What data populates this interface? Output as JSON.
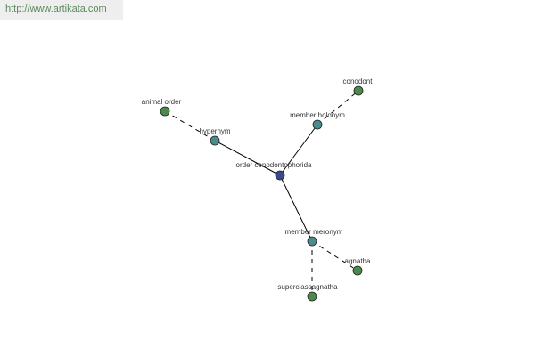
{
  "watermark": {
    "text": "http://www.artikata.com"
  },
  "graph": {
    "nodes": [
      {
        "id": "center",
        "label": "order conodontophorida",
        "color": "#3b4a8c"
      },
      {
        "id": "hypernym",
        "label": "hypernym",
        "color": "#4a8c8c"
      },
      {
        "id": "animal_order",
        "label": "animal order",
        "color": "#4a8a4a"
      },
      {
        "id": "member_holonym",
        "label": "member holonym",
        "color": "#4a8c8c"
      },
      {
        "id": "conodont",
        "label": "conodont",
        "color": "#4a8a4a"
      },
      {
        "id": "member_meronym",
        "label": "member meronym",
        "color": "#4a8c8c"
      },
      {
        "id": "agnatha",
        "label": "agnatha",
        "color": "#4a8a4a"
      },
      {
        "id": "superclass_agnatha",
        "label": "superclassagnatha",
        "color": "#4a8a4a"
      }
    ],
    "edges": [
      {
        "from": "center",
        "to": "hypernym",
        "style": "solid"
      },
      {
        "from": "center",
        "to": "member_holonym",
        "style": "solid"
      },
      {
        "from": "center",
        "to": "member_meronym",
        "style": "solid"
      },
      {
        "from": "hypernym",
        "to": "animal_order",
        "style": "dashed"
      },
      {
        "from": "member_holonym",
        "to": "conodont",
        "style": "dashed"
      },
      {
        "from": "member_meronym",
        "to": "agnatha",
        "style": "dashed"
      },
      {
        "from": "member_meronym",
        "to": "superclass_agnatha",
        "style": "dashed"
      }
    ]
  }
}
